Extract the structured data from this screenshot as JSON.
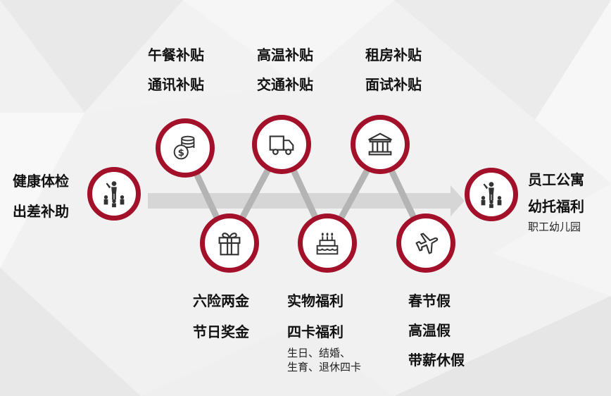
{
  "colors": {
    "accent": "#a3102a",
    "connector": "#b4b4b4",
    "arrow": "#d6d6d6",
    "icon": "#333333"
  },
  "nodes": [
    {
      "id": "start",
      "icon": "people-icon",
      "labels": [
        "健康体检",
        "出差补助"
      ],
      "note": ""
    },
    {
      "id": "coins",
      "icon": "coins-icon",
      "labels": [
        "午餐补贴",
        "通讯补贴"
      ],
      "note": ""
    },
    {
      "id": "gift",
      "icon": "gift-icon",
      "labels": [
        "六险两金",
        "节日奖金"
      ],
      "note": ""
    },
    {
      "id": "truck",
      "icon": "truck-icon",
      "labels": [
        "高温补贴",
        "交通补贴"
      ],
      "note": ""
    },
    {
      "id": "cake",
      "icon": "cake-icon",
      "labels": [
        "实物福利",
        "四卡福利"
      ],
      "note_lines": [
        "生日、结婚、",
        "生育、退休四卡"
      ]
    },
    {
      "id": "bank",
      "icon": "bank-icon",
      "labels": [
        "租房补贴",
        "面试补贴"
      ],
      "note": ""
    },
    {
      "id": "plane",
      "icon": "plane-icon",
      "labels": [
        "春节假",
        "高温假",
        "带薪休假"
      ],
      "note": ""
    },
    {
      "id": "end",
      "icon": "people-icon",
      "labels": [
        "员工公寓",
        "幼托福利"
      ],
      "note": "职工幼儿园"
    }
  ]
}
